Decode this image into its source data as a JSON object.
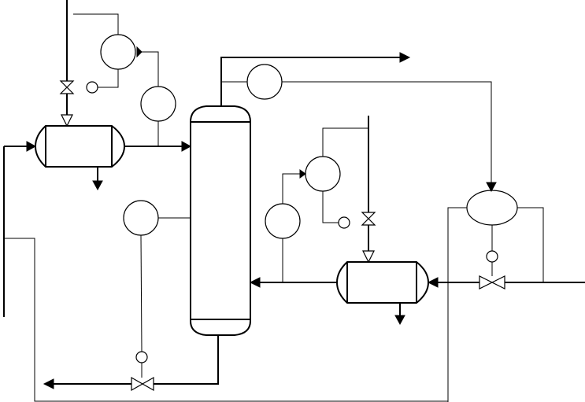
{
  "diagram": {
    "title": "",
    "equipment": {
      "column": "distillation-column",
      "top_exchanger": "overhead-exchanger",
      "bottom_exchanger": "feed-preheater",
      "separator": "flash-drum"
    },
    "labels": []
  }
}
